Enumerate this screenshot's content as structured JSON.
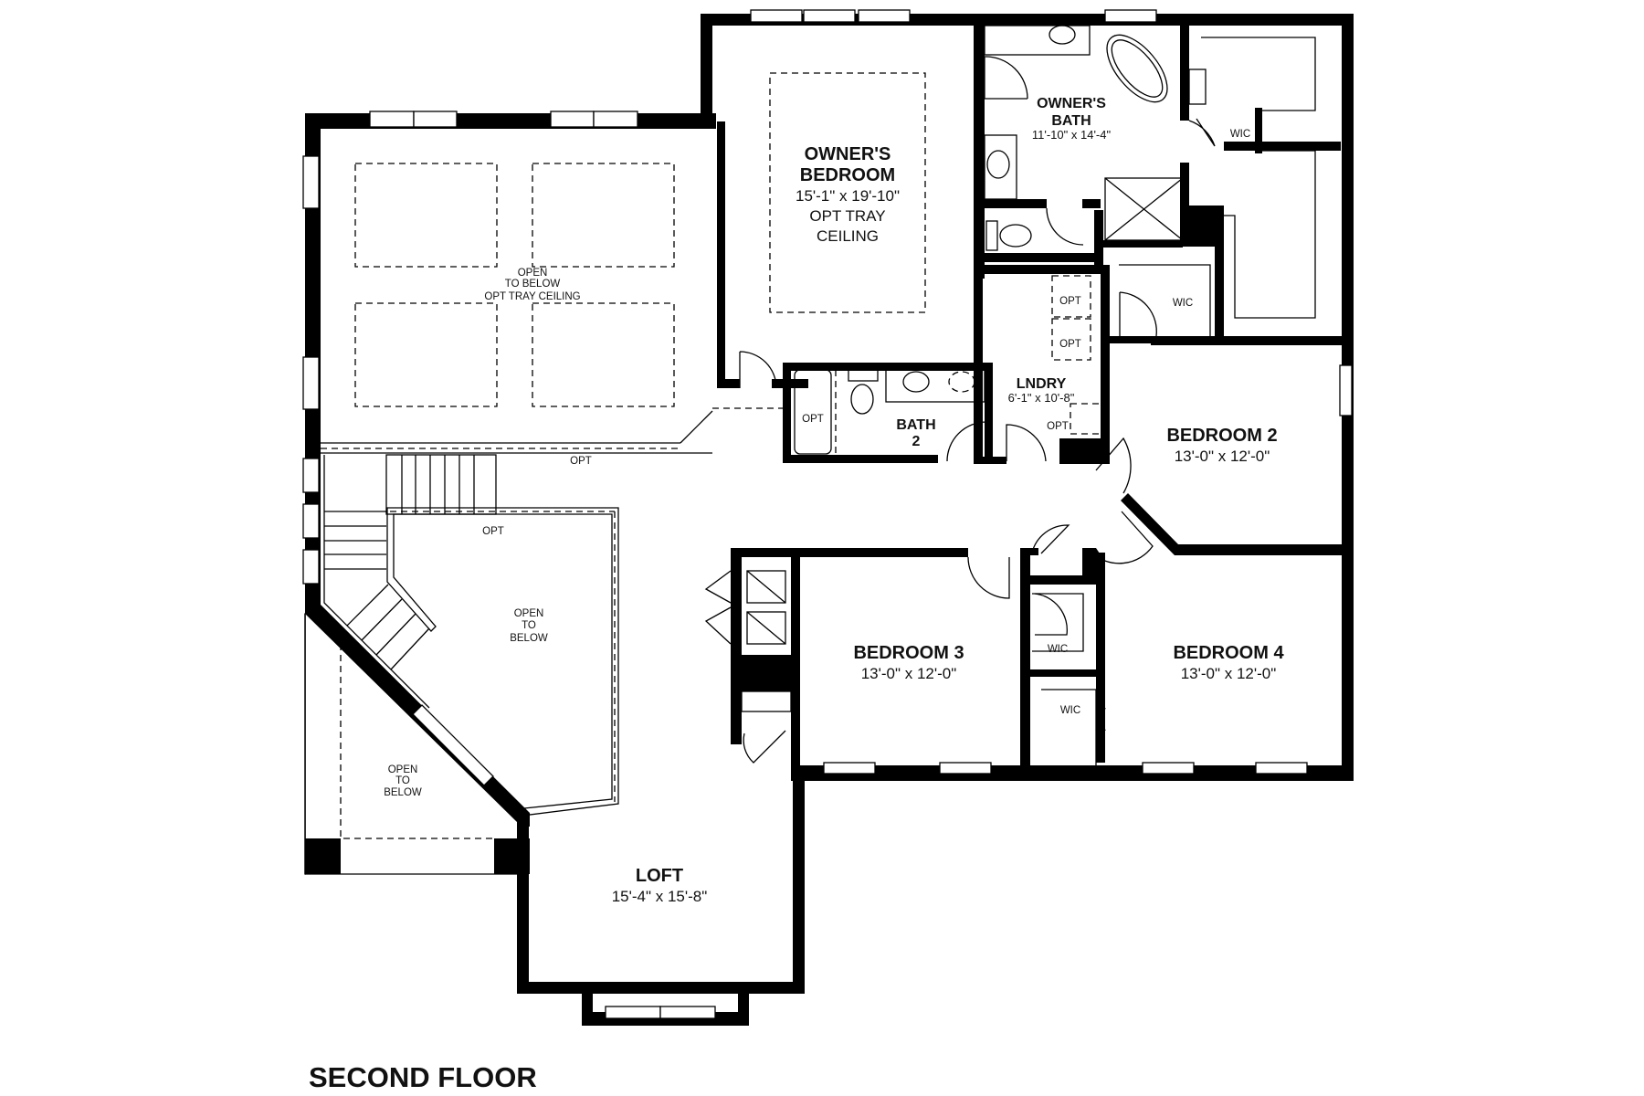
{
  "plan": {
    "title": "SECOND FLOOR",
    "wall_color": "#000000",
    "background": "#ffffff"
  },
  "rooms": {
    "owners_bedroom": {
      "name_line1": "OWNER'S",
      "name_line2": "BEDROOM",
      "dims": "15'-1\" x 19'-10\"",
      "note_line1": "OPT TRAY",
      "note_line2": "CEILING"
    },
    "owners_bath": {
      "name_line1": "OWNER'S",
      "name_line2": "BATH",
      "dims": "11'-10\" x 14'-4\""
    },
    "bath2": {
      "name_line1": "BATH",
      "name_line2": "2",
      "tub_label": "OPT"
    },
    "laundry": {
      "name": "LNDRY",
      "dims": "6'-1\" x 10'-8\"",
      "opt1": "OPT",
      "opt2": "OPT",
      "opt3": "OPT"
    },
    "bedroom2": {
      "name": "BEDROOM 2",
      "dims": "13'-0\" x 12'-0\""
    },
    "bedroom3": {
      "name": "BEDROOM 3",
      "dims": "13'-0\" x 12'-0\""
    },
    "bedroom4": {
      "name": "BEDROOM 4",
      "dims": "13'-0\" x 12'-0\""
    },
    "loft": {
      "name": "LOFT",
      "dims": "15'-4\" x 15'-8\""
    },
    "wic_owner": {
      "label": "WIC"
    },
    "wic_bed2": {
      "label": "WIC"
    },
    "wic_bed3": {
      "label": "WIC"
    },
    "wic_bed4": {
      "label": "WIC"
    }
  },
  "open_areas": {
    "great_room": {
      "line1": "OPEN",
      "line2": "TO BELOW",
      "line3": "OPT TRAY CEILING"
    },
    "foyer": {
      "line1": "OPEN",
      "line2": "TO",
      "line3": "BELOW"
    },
    "entry": {
      "line1": "OPEN",
      "line2": "TO",
      "line3": "BELOW"
    }
  },
  "annotations": {
    "hall_opt": "OPT",
    "rail_opt": "OPT"
  }
}
